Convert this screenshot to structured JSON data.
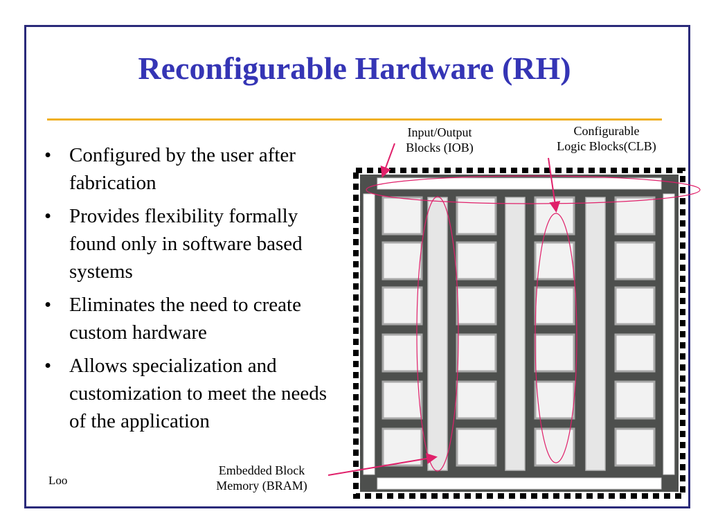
{
  "slide": {
    "title": "Reconfigurable Hardware (RH)",
    "bullets": [
      "Configured by the user after fabrication",
      "Provides flexibility formally found only in software based systems",
      "Eliminates the need to create custom hardware",
      "Allows specialization and customization to meet the needs of the application"
    ],
    "footer": "Loo"
  },
  "diagram": {
    "labels": {
      "iob_line1": "Input/Output",
      "iob_line2": "Blocks (IOB)",
      "clb_line1": "Configurable",
      "clb_line2": "Logic Blocks(CLB)",
      "bram_line1": "Embedded Block",
      "bram_line2": "Memory (BRAM)"
    },
    "colors": {
      "title": "#3535b5",
      "rule": "#f0b020",
      "frame": "#2a2a7a",
      "chip_dark": "#4d4f4d",
      "block_fill": "#f2f2f2",
      "bram_fill": "#e6e6e6",
      "callout": "#e0206a"
    }
  }
}
